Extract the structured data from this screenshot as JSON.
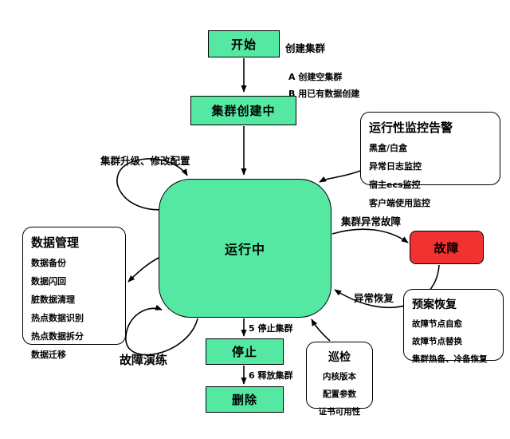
{
  "diagram": {
    "nodes": {
      "start": "开始",
      "creating": "集群创建中",
      "running": "运行中",
      "fault": "故障",
      "stop": "停止",
      "delete": "删除"
    },
    "edge_labels": {
      "create_cluster": "创建集群",
      "create_a": "A 创建空集群",
      "create_b": "B 用已有数据创建",
      "upgrade": "集群升级、修改配置",
      "fault_trigger": "集群异常故障",
      "recovery": "异常恢复",
      "fault_drill": "故障演练",
      "stop_cluster": "5 停止集群",
      "release_cluster": "6 释放集群"
    },
    "panels": {
      "monitoring": {
        "title": "运行性监控告警",
        "items": [
          "黑盒/白盒",
          "异常日志监控",
          "宿主ecs监控",
          "客户端使用监控"
        ]
      },
      "data_management": {
        "title": "数据管理",
        "items": [
          "数据备份",
          "数据闪回",
          "脏数据清理",
          "热点数据识别",
          "热点数据拆分",
          "数据迁移"
        ]
      },
      "plan_recovery": {
        "title": "预案恢复",
        "items": [
          "故障节点自愈",
          "故障节点替换",
          "集群热备、冷备恢复"
        ]
      },
      "inspection": {
        "title": "巡检",
        "items": [
          "内核版本",
          "配置参数",
          "证书可用性"
        ]
      }
    },
    "colors": {
      "node_green": "#54e8a2",
      "fault_red": "#f23131",
      "line_black": "#000000"
    }
  }
}
